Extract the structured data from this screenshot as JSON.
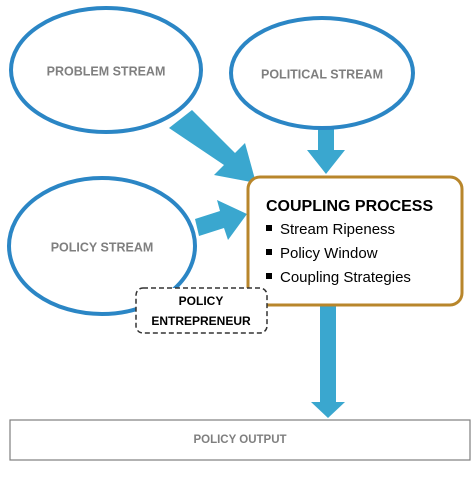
{
  "streams": {
    "problem": "PROBLEM STREAM",
    "political": "POLITICAL STREAM",
    "policy": "POLICY STREAM"
  },
  "coupling": {
    "title": "COUPLING PROCESS",
    "items": [
      "Stream Ripeness",
      "Policy Window",
      "Coupling Strategies"
    ]
  },
  "entrepreneur": {
    "line1": "POLICY",
    "line2": "ENTREPRENEUR"
  },
  "output": {
    "label": "POLICY OUTPUT"
  },
  "colors": {
    "arrow": "#3aa7cf",
    "ellipse_outline": "#2b86c5",
    "coupling_outline": "#b8862b",
    "label_gray": "#7f7f7f"
  }
}
